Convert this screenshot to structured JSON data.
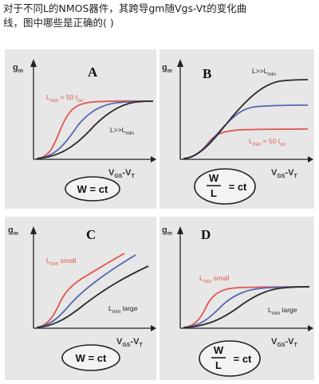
{
  "question": {
    "line1": "对于不同L的NMOS器件，其跨导gm随Vgs-Vt的变化曲",
    "line2": "线，图中哪些是正确的(    )"
  },
  "panels": {
    "A": {
      "letter": "A",
      "ylabel": "g",
      "ylabel_sub": "m",
      "xlabel": "V",
      "xlabel_sub1": "GS",
      "xlabel_mid": "-V",
      "xlabel_sub2": "T",
      "red_label": "L",
      "red_label_sub": "min",
      "red_label_rest": " = 50 t",
      "red_label_sub2": "ox",
      "black_label": "L>>L",
      "black_label_sub": "min",
      "cond": "W = ct"
    },
    "B": {
      "letter": "B",
      "ylabel": "g",
      "ylabel_sub": "m",
      "xlabel": "V",
      "xlabel_sub1": "GS",
      "xlabel_mid": "-V",
      "xlabel_sub2": "T",
      "black_label": "L>>L",
      "black_label_sub": "min",
      "red_label": "L",
      "red_label_sub": "min",
      "red_label_rest": " = 50 t",
      "red_label_sub2": "ox",
      "cond_num": "W",
      "cond_den": "L",
      "cond_rest": "= ct"
    },
    "C": {
      "letter": "C",
      "ylabel": "g",
      "ylabel_sub": "m",
      "xlabel": "V",
      "xlabel_sub1": "GS",
      "xlabel_mid": "-V",
      "xlabel_sub2": "T",
      "red_label": "L",
      "red_label_sub": "min",
      "red_label_rest": " small",
      "black_label": "L",
      "black_label_sub": "min",
      "black_label_rest": " large",
      "cond": "W = ct"
    },
    "D": {
      "letter": "D",
      "ylabel": "g",
      "ylabel_sub": "m",
      "xlabel": "V",
      "xlabel_sub1": "GS",
      "xlabel_mid": "-V",
      "xlabel_sub2": "T",
      "red_label": "L",
      "red_label_sub": "min",
      "red_label_rest": " small",
      "black_label": "L",
      "black_label_sub": "min",
      "black_label_rest": " large",
      "cond_num": "W",
      "cond_den": "L",
      "cond_rest": "= ct"
    }
  },
  "colors": {
    "red": "#e0554d",
    "blue": "#5566b0",
    "black": "#2a2a2a"
  }
}
